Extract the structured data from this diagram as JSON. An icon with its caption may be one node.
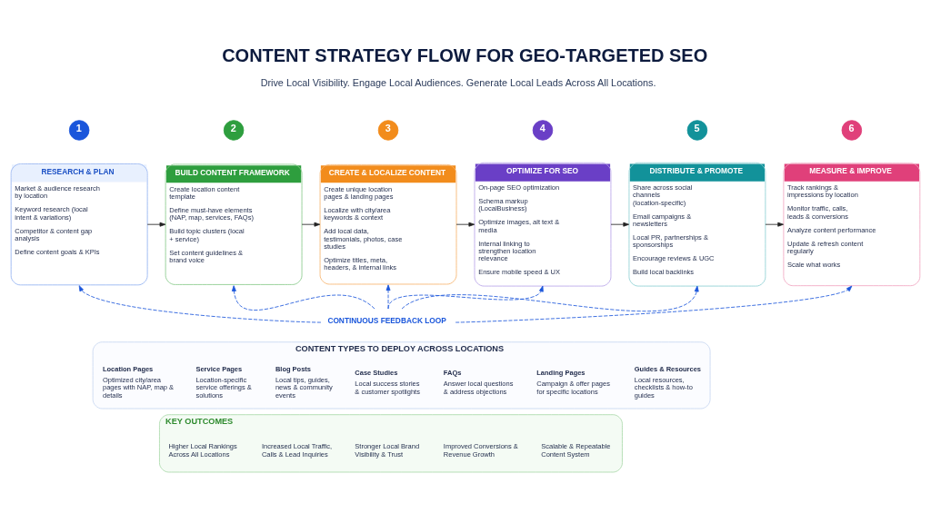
{
  "diagram": {
    "title": "CONTENT STRATEGY FLOW FOR GEO-TARGETED SEO",
    "nodes": [
      {
        "text": [
          "1"
        ]
      },
      {
        "text": [
          "2"
        ]
      },
      {
        "text": [
          "3"
        ]
      },
      {
        "text": [
          "4"
        ]
      },
      {
        "text": [
          "5"
        ]
      },
      {
        "text": [
          "6"
        ]
      },
      {
        "text": [
          "RESEARCH & PLAN",
          "Market & audience research by location",
          "Keyword research (local intent & variations)",
          "Competitor & content gap analysis",
          "Define content goals & KPIs"
        ]
      },
      {
        "text": [
          "BUILD CONTENT FRAMEWORK",
          "Create location content template",
          "Define must-have elements (NAP, map, services, FAQs)",
          "Build topic clusters (local + service)",
          "Set content guidelines & brand voice"
        ]
      },
      {
        "text": [
          "CREATE & LOCALIZE CONTENT",
          "Create unique location pages & landing pages",
          "Localize with city/area keywords & context",
          "Add local data, testimonials, photos, case studies",
          "Optimize titles, meta, headers, & internal links"
        ]
      },
      {
        "text": [
          "OPTIMIZE FOR SEO",
          "On-page SEO optimization",
          "Schema markup (LocalBusiness)",
          "Optimize images, alt text & media",
          "Internal linking to strengthen location relevance",
          "Ensure mobile speed & UX"
        ]
      },
      {
        "text": [
          "DISTRIBUTE & PROMOTE",
          "Share across social channels (location-specific)",
          "Email campaigns & newsletters",
          "Local PR, partnerships & sponsorships",
          "Encourage reviews & UGC",
          "Build local backlinks"
        ]
      },
      {
        "text": [
          "MEASURE & IMPROVE",
          "Track rankings & impressions by location",
          "Monitor traffic, calls, leads & conversions",
          "Analyze content performance",
          "Update & refresh content regularly",
          "Scale what works"
        ]
      },
      {
        "text": [
          "CONTINUOUS FEEDBACK LOOP"
        ]
      },
      {
        "text": [
          "CONTENT TYPES TO DEPLOY ACROSS LOCATIONS"
        ]
      },
      {
        "text": [
          "Location Pages",
          "Optimized city/area pages with NAP, map & details"
        ],
        "in": 13
      },
      {
        "text": [
          "Service Pages",
          "Location-specific service offerings & solutions"
        ],
        "in": 13
      },
      {
        "text": [
          "Blog Posts",
          "Local tips, guides, news & community events"
        ],
        "in": 13
      },
      {
        "text": [
          "Case Studies",
          "Local success stories & customer spotlights"
        ],
        "in": 13
      },
      {
        "text": [
          "FAQs",
          "Answer local questions & address objections"
        ],
        "in": 13
      },
      {
        "text": [
          "Landing Pages",
          "Campaign & offer pages for specific locations"
        ],
        "in": 13
      },
      {
        "text": [
          "Guides & Resources",
          "Local resources, checklists & how-to guides"
        ],
        "in": 13
      },
      {
        "text": [
          "KEY OUTCOMES"
        ]
      },
      {
        "text": [
          "Higher Local Rankings Across All Locations"
        ],
        "in": 21
      },
      {
        "text": [
          "Increased Local Traffic, Calls & Lead Inquiries"
        ],
        "in": 21
      },
      {
        "text": [
          "Stronger Local Brand Visibility & Trust"
        ],
        "in": 21
      },
      {
        "text": [
          "Improved Conversions & Revenue Growth"
        ],
        "in": 21
      },
      {
        "text": [
          "Scalable & Repeatable Content System"
        ],
        "in": 21
      }
    ],
    "edges": [
      {
        "from": 6,
        "to": 7,
        "arrow": "to",
        "color": "#222222"
      },
      {
        "from": 7,
        "to": 8,
        "arrow": "to",
        "color": "#222222"
      },
      {
        "from": 8,
        "to": 9,
        "arrow": "to",
        "color": "#222222"
      },
      {
        "from": 9,
        "to": 10,
        "arrow": "to",
        "color": "#222222"
      },
      {
        "from": 10,
        "to": 11,
        "arrow": "to",
        "color": "#222222"
      },
      {
        "from": 12,
        "to": 6,
        "arrow": "to",
        "style": "dashed",
        "color": "#1a56db"
      },
      {
        "from": 12,
        "to": 7,
        "arrow": "to",
        "style": "dashed",
        "color": "#1a56db"
      },
      {
        "from": 12,
        "to": 8,
        "arrow": "to",
        "style": "dashed",
        "color": "#1a56db"
      },
      {
        "from": 12,
        "to": 9,
        "arrow": "to",
        "style": "dashed",
        "color": "#1a56db"
      },
      {
        "from": 12,
        "to": 10,
        "arrow": "to",
        "style": "dashed",
        "color": "#1a56db"
      },
      {
        "from": 12,
        "to": 11,
        "arrow": "to",
        "style": "dashed",
        "color": "#1a56db"
      }
    ],
    "labels": [
      "Drive Local Visibility. Engage Local Audiences. Generate Local Leads Across All Locations."
    ]
  }
}
